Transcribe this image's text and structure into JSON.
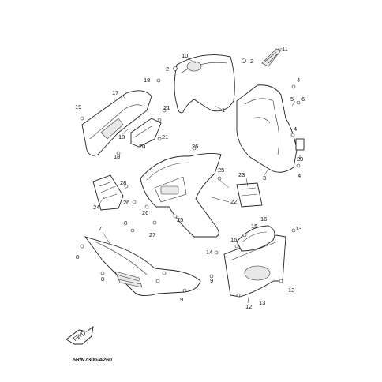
{
  "diagram": {
    "code": "5RW7300-A260",
    "fwd_label": "FWD",
    "callouts": [
      "1",
      "2",
      "2",
      "3",
      "4",
      "4",
      "4",
      "5",
      "6",
      "7",
      "8",
      "8",
      "8",
      "9",
      "9",
      "10",
      "11",
      "12",
      "13",
      "13",
      "13",
      "14",
      "15",
      "16",
      "16",
      "17",
      "18",
      "18",
      "18",
      "19",
      "20",
      "21",
      "21",
      "22",
      "23",
      "24",
      "25",
      "25",
      "26",
      "26",
      "26",
      "27",
      "28",
      "29"
    ]
  }
}
